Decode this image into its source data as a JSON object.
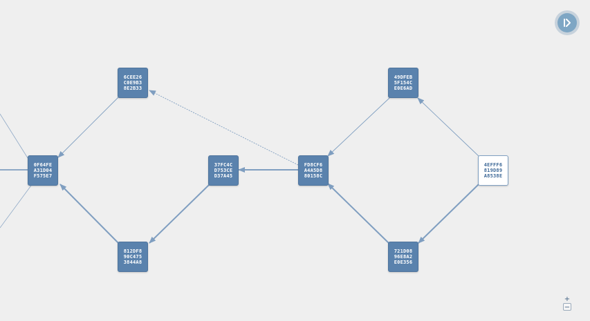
{
  "colors": {
    "node_fill": "#5a82ad",
    "node_text": "#ffffff",
    "selected_fill": "#ffffff",
    "selected_text": "#3d6897",
    "edge": "#7f9ec0",
    "background": "#efefef"
  },
  "nodes": [
    {
      "id": "n1",
      "lines": [
        "0F64FE",
        "A31D04",
        "F575E7"
      ],
      "selected": false
    },
    {
      "id": "n2",
      "lines": [
        "6CEE26",
        "C0E9B3",
        "8E2B33"
      ],
      "selected": false
    },
    {
      "id": "n3",
      "lines": [
        "812DF8",
        "90C475",
        "3844A8"
      ],
      "selected": false
    },
    {
      "id": "n4",
      "lines": [
        "37FC4C",
        "D753CE",
        "D37A45"
      ],
      "selected": false
    },
    {
      "id": "n5",
      "lines": [
        "FD8CF6",
        "A4A5D8",
        "80158C"
      ],
      "selected": false
    },
    {
      "id": "n6",
      "lines": [
        "49DFEB",
        "5F154C",
        "E0E6AD"
      ],
      "selected": false
    },
    {
      "id": "n7",
      "lines": [
        "721D08",
        "96E8A2",
        "E0E356"
      ],
      "selected": false
    },
    {
      "id": "n8",
      "lines": [
        "4EFFF6",
        "819D89",
        "A8538E"
      ],
      "selected": true
    }
  ],
  "controls": {
    "collapse_icon": "collapse-panel-icon",
    "zoom_in": "+",
    "zoom_out": "−"
  }
}
